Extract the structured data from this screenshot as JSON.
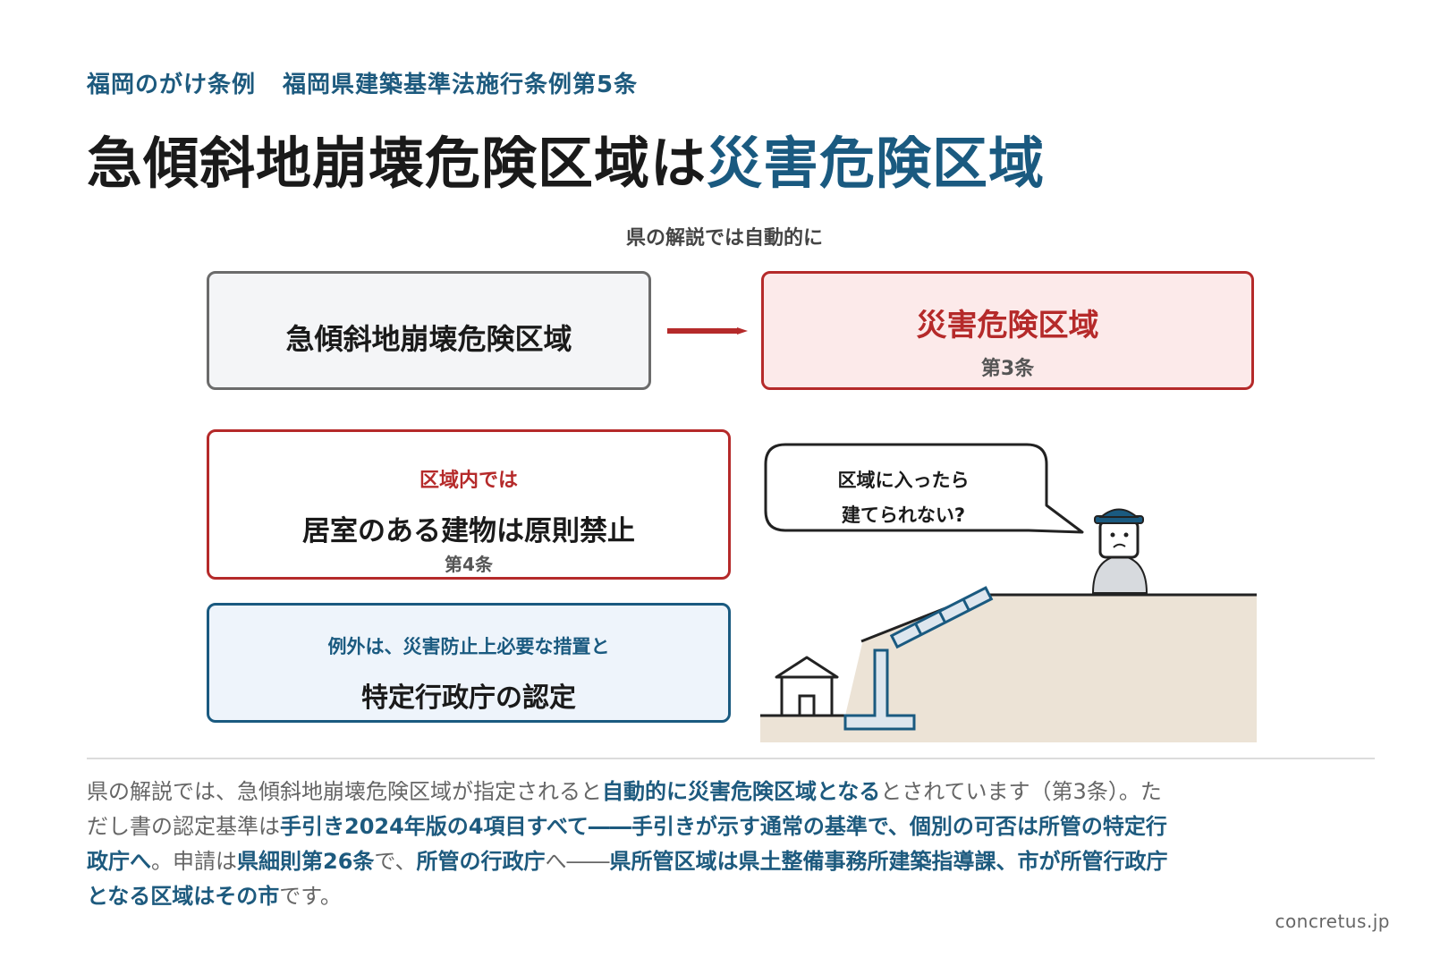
{
  "header": {
    "kicker_left": "福岡のがけ条例",
    "kicker_right": "福岡県建築基準法施行条例第5条",
    "title_main": "急傾斜地崩壊危険区域は",
    "title_accent": "災害危険区域"
  },
  "flow": {
    "caption": "県の解説では自動的に",
    "source_label": "急傾斜地崩壊危険区域",
    "target_label": "災害危険区域",
    "target_article": "第3条"
  },
  "rule": {
    "caption": "区域内では",
    "main": "居室のある建物は原則禁止",
    "article": "第4条"
  },
  "exception": {
    "caption": "例外は、災害防止上必要な措置と",
    "main": "特定行政庁の認定"
  },
  "illustration": {
    "speech_line1": "区域に入ったら",
    "speech_line2": "建てられない?"
  },
  "body": {
    "p1": "県の解説では、急傾斜地崩壊危険区域が指定されると",
    "p2": "自動的に災害危険区域となる",
    "p3": "とされています（第3条）。ただし書の認定基準は",
    "p4": "手引き2024年版の4項目すべて――手引きが示す通常の基準で、個別の可否は所管の特定行政庁へ",
    "p5": "。申請は",
    "p6": "県細則第26条",
    "p7": "で、",
    "p8": "所管の行政庁",
    "p9": "へ――",
    "p10": "県所管区域は県土整備事務所建築指導課、市が所管行政庁となる区域はその市",
    "p11": "です。"
  },
  "footer": {
    "site": "concretus.jp"
  },
  "colors": {
    "navy": "#1a5a80",
    "red": "#b52a2a",
    "ground": "#ece3d6"
  }
}
